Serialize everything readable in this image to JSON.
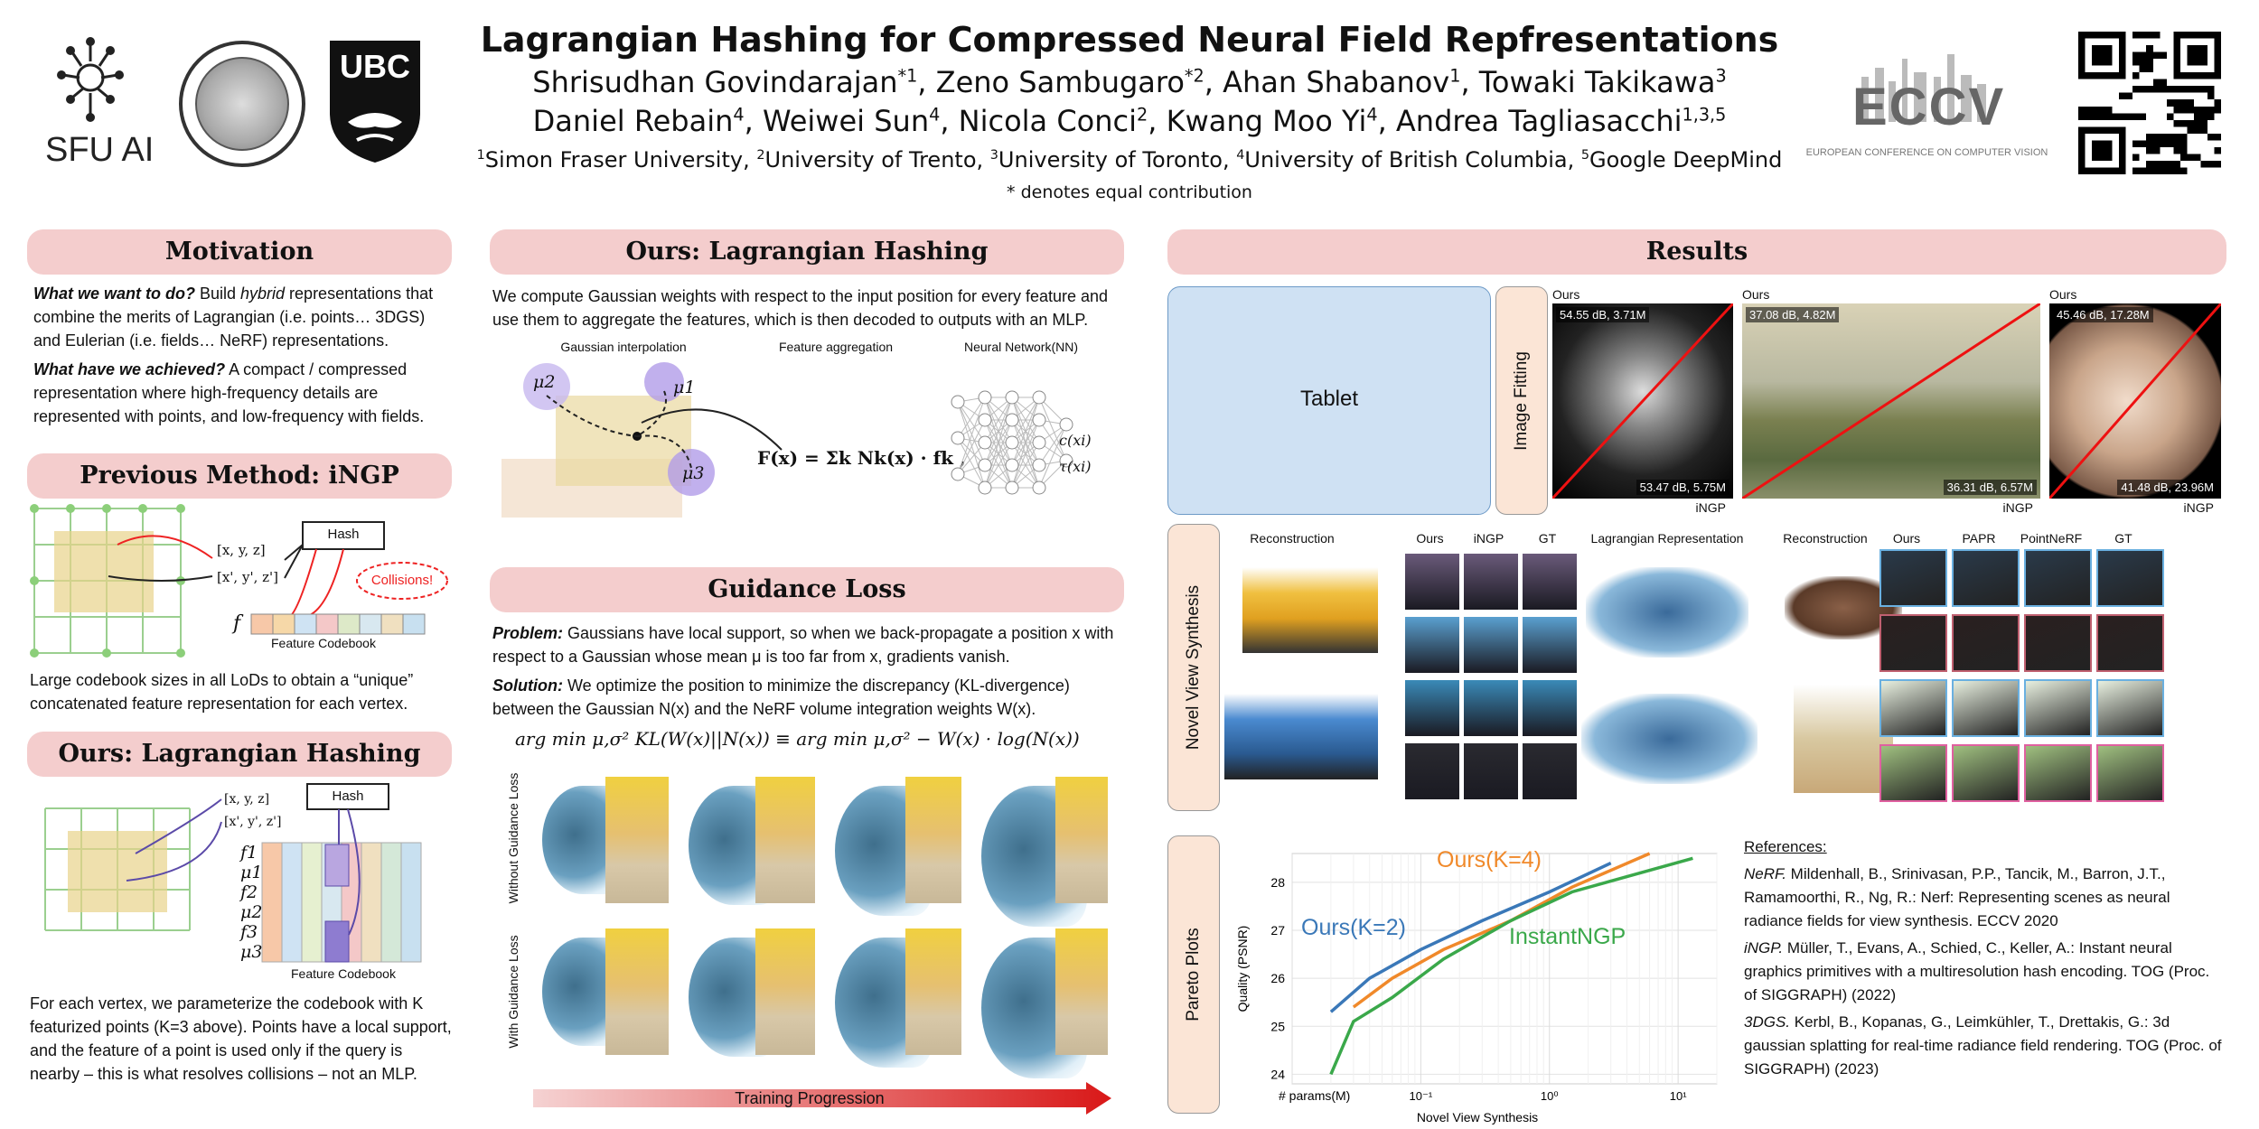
{
  "header": {
    "logos": {
      "sfu": "SFU AI",
      "ubc": "UBC",
      "eccv": "ECCV",
      "eccv_sub": "EUROPEAN CONFERENCE ON COMPUTER VISION"
    },
    "title": "Lagrangian Hashing for Compressed Neural Field Repfresentations",
    "authors_line1": [
      {
        "name": "Shrisudhan Govindarajan",
        "sup": "*1"
      },
      {
        "name": "Zeno Sambugaro",
        "sup": "*2"
      },
      {
        "name": "Ahan Shabanov",
        "sup": "1"
      },
      {
        "name": "Towaki Takikawa",
        "sup": "3"
      }
    ],
    "authors_line2": [
      {
        "name": "Daniel Rebain",
        "sup": "4"
      },
      {
        "name": "Weiwei Sun",
        "sup": "4"
      },
      {
        "name": "Nicola Conci",
        "sup": "2"
      },
      {
        "name": "Kwang Moo Yi",
        "sup": "4"
      },
      {
        "name": "Andrea Tagliasacchi",
        "sup": "1,3,5"
      }
    ],
    "affiliations": [
      {
        "sup": "1",
        "name": "Simon Fraser University"
      },
      {
        "sup": "2",
        "name": "University of Trento"
      },
      {
        "sup": "3",
        "name": "University of Toronto"
      },
      {
        "sup": "4",
        "name": "University of British Columbia"
      },
      {
        "sup": "5",
        "name": "Google DeepMind"
      }
    ],
    "note": "* denotes equal contribution"
  },
  "motivation": {
    "title": "Motivation",
    "q1": "What we want to do?",
    "a1_pre": " Build ",
    "a1_em": "hybrid",
    "a1_post": " representations that combine the merits of Lagrangian (i.e. points… 3DGS) and Eulerian (i.e. fields… NeRF) representations.",
    "q2": "What have we achieved?",
    "a2": " A compact / compressed representation where high-frequency details are represented with points, and low-frequency with fields."
  },
  "previous": {
    "title": "Previous Method: iNGP",
    "hash": "Hash",
    "xyz": "[x, y, z]",
    "xyz2": "[x', y', z']",
    "collisions": "Collisions!",
    "f": "f",
    "codebook": "Feature Codebook",
    "text": "Large codebook sizes in all LoDs to obtain a “unique” concatenated feature representation for each vertex."
  },
  "ours_left": {
    "title": "Ours: Lagrangian Hashing",
    "hash": "Hash",
    "xyz": "[x, y, z]",
    "xyz2": "[x', y', z']",
    "rows": [
      "f1",
      "μ1",
      "f2",
      "μ2",
      "f3",
      "μ3"
    ],
    "codebook": "Feature Codebook",
    "text": "For each vertex, we parameterize the codebook with K featurized points (K=3 above). Points have a local support, and the feature of a point is used only if the query is nearby – this is what resolves collisions – not an MLP."
  },
  "ours_mid": {
    "title": "Ours: Lagrangian Hashing",
    "text": "We compute Gaussian weights with respect to the input position for every feature and use them to aggregate the features, which is then decoded to outputs with an MLP.",
    "labels": [
      "Gaussian interpolation",
      "Feature aggregation",
      "Neural Network(NN)"
    ],
    "mu": [
      "μ2",
      "μ1",
      "μ3"
    ],
    "formula": "F(x) = Σk Nk(x) · fk ,",
    "outputs": [
      "c(xi)",
      "τ(xi)"
    ]
  },
  "guidance": {
    "title": "Guidance Loss",
    "problem_label": "Problem:",
    "problem": " Gaussians have local support, so when we back-propagate a position x with respect to a Gaussian whose mean μ is too far from x, gradients vanish.",
    "solution_label": "Solution:",
    "solution": " We optimize the position to minimize the discrepancy (KL-divergence) between the Gaussian N(x) and the NeRF volume integration weights W(x).",
    "equation": "arg min μ,σ²  KL(W(x)||N(x)) ≡ arg min μ,σ²  − W(x) · log(N(x))",
    "row_labels": [
      "Without Guidance Loss",
      "With Guidance Loss"
    ],
    "progress": "Training Progression"
  },
  "results": {
    "title": "Results",
    "tablet": "Tablet",
    "image_fitting": {
      "label": "Image Fitting",
      "panels": [
        {
          "top": "Ours",
          "ours": "54.55 dB, 3.71M",
          "ingp": "53.47 dB, 5.75M",
          "bottom": "iNGP"
        },
        {
          "top": "Ours",
          "ours": "37.08 dB, 4.82M",
          "ingp": "36.31 dB, 6.57M",
          "bottom": "iNGP"
        },
        {
          "top": "Ours",
          "ours": "45.46 dB, 17.28M",
          "ingp": "41.48 dB, 23.96M",
          "bottom": "iNGP"
        }
      ]
    },
    "nvs": {
      "label": "Novel View Synthesis",
      "headers_left": [
        "Reconstruction",
        "Ours",
        "iNGP",
        "GT",
        "Lagrangian Representation"
      ],
      "headers_right": [
        "Reconstruction",
        "Ours",
        "PAPR",
        "PointNeRF",
        "GT"
      ]
    },
    "pareto": {
      "label": "Pareto Plots"
    }
  },
  "chart_data": {
    "type": "line",
    "xlabel": "Novel View Synthesis",
    "x_axis_prefix": "# params(M)",
    "ylabel": "Quality (PSNR)",
    "x_scale": "log",
    "xlim": [
      0.01,
      20
    ],
    "ylim": [
      23.8,
      28.6
    ],
    "xticks": [
      {
        "v": 0.1,
        "label": "10⁻¹"
      },
      {
        "v": 1,
        "label": "10⁰"
      },
      {
        "v": 10,
        "label": "10¹"
      }
    ],
    "yticks": [
      24,
      25,
      26,
      27,
      28
    ],
    "grid": true,
    "series": [
      {
        "name": "Ours(K=2)",
        "color": "#3a78b8",
        "x": [
          0.02,
          0.04,
          0.1,
          0.3,
          1,
          3
        ],
        "y": [
          25.3,
          26.0,
          26.6,
          27.2,
          27.8,
          28.4
        ]
      },
      {
        "name": "Ours(K=4)",
        "color": "#f0892a",
        "x": [
          0.03,
          0.06,
          0.15,
          0.5,
          1.5,
          6
        ],
        "y": [
          25.4,
          26.0,
          26.6,
          27.2,
          27.9,
          28.6
        ]
      },
      {
        "name": "InstantNGP",
        "color": "#3aa84a",
        "x": [
          0.02,
          0.03,
          0.06,
          0.15,
          0.5,
          1.5,
          13
        ],
        "y": [
          24.0,
          25.1,
          25.6,
          26.4,
          27.2,
          27.8,
          28.5
        ]
      }
    ]
  },
  "references": {
    "heading": "References:",
    "items": [
      {
        "tag": "NeRF.",
        "text": " Mildenhall, B., Srinivasan, P.P., Tancik, M., Barron, J.T., Ramamoorthi, R., Ng, R.: Nerf: Representing scenes as neural radiance fields for view synthesis. ECCV 2020"
      },
      {
        "tag": "iNGP.",
        "text": " Müller, T., Evans, A., Schied, C., Keller, A.: Instant neural graphics primitives with a multiresolution hash encoding. TOG (Proc. of SIGGRAPH) (2022)"
      },
      {
        "tag": "3DGS.",
        "text": " Kerbl, B., Kopanas, G., Leimkühler, T., Drettakis, G.: 3d gaussian splatting for real-time radiance field rendering. TOG (Proc. of SIGGRAPH) (2023)"
      }
    ]
  }
}
